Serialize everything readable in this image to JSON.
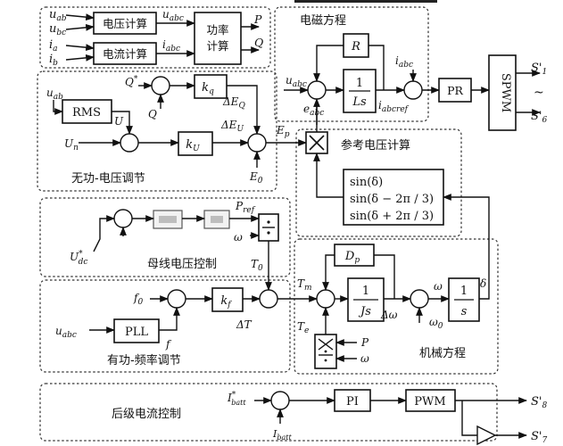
{
  "regions": {
    "dianci": "电磁方程",
    "cankao": "参考电压计算",
    "wugong": "无功-电压调节",
    "muxian": "母线电压控制",
    "youGong": "有功-频率调节",
    "jixie": "机械方程",
    "houji": "后级电流控制"
  },
  "blocks": {
    "volt_calc": "电压计算",
    "curr_calc": "电流计算",
    "power_calc_1": "功率",
    "power_calc_2": "计算",
    "R": "R",
    "Ls_num": "1",
    "Ls_den": "Ls",
    "PR": "PR",
    "SPWM": "SPWM",
    "RMS": "RMS",
    "kq": "k",
    "kq_sub": "q",
    "kU": "k",
    "kU_sub": "U",
    "sin1": "sin(δ)",
    "sin2": "sin(δ − 2π / 3)",
    "sin3": "sin(δ + 2π / 3)",
    "PLL": "PLL",
    "kf": "k",
    "kf_sub": "f",
    "Dp": "D",
    "Dp_sub": "p",
    "Js_num": "1",
    "Js_den": "Js",
    "s_num": "1",
    "s_den": "s",
    "PI": "PI",
    "PWM": "PWM"
  },
  "signals": {
    "uab": "u",
    "uab_sub": "ab",
    "ubc": "u",
    "ubc_sub": "bc",
    "ia": "i",
    "ia_sub": "a",
    "ib": "i",
    "ib_sub": "b",
    "uabc_out": "u",
    "uabc_out_sub": "abc",
    "iabc_out": "i",
    "iabc_out_sub": "abc",
    "P": "P",
    "Q": "Q",
    "uabc_em": "u",
    "uabc_em_sub": "abc",
    "iabc_fb": "i",
    "iabc_fb_sub": "abc",
    "eabc": "e",
    "eabc_sub": "abc",
    "iabcref": "i",
    "iabcref_sub": "abcref",
    "S1": "S'",
    "S1_sub": "1",
    "tilde": "~",
    "S6": "S'",
    "S6_sub": "6",
    "uab2": "u",
    "uab2_sub": "ab",
    "Qstar": "Q",
    "Qstar_sup": "*",
    "Q2": "Q",
    "U": "U",
    "Un": "U",
    "Un_sub": "n",
    "dEQ": "ΔE",
    "dEQ_sub": "Q",
    "dEU": "ΔE",
    "dEU_sub": "U",
    "Ep": "E",
    "Ep_sub": "p",
    "E0": "E",
    "E0_sub": "0",
    "Pref": "P",
    "Pref_sub": "ref",
    "omega1": "ω",
    "Udc": "U",
    "Udc_sup": "*",
    "Udc_sub": "dc",
    "T0": "T",
    "T0_sub": "0",
    "f0": "f",
    "f0_sub": "0",
    "uabc_pll": "u",
    "uabc_pll_sub": "abc",
    "f": "f",
    "dT": "ΔT",
    "Tm": "T",
    "Tm_sub": "m",
    "Te": "T",
    "Te_sub": "e",
    "dOmega": "Δω",
    "omega2": "ω",
    "omega0": "ω",
    "omega0_sub": "0",
    "delta": "δ",
    "P2": "P",
    "omega3": "ω",
    "Ibatt_ref": "I",
    "Ibatt_ref_sup": "*",
    "Ibatt_ref_sub": "batt",
    "Ibatt": "I",
    "Ibatt_sub": "batt",
    "S8": "S'",
    "S8_sub": "8",
    "S7": "S'",
    "S7_sub": "7"
  }
}
